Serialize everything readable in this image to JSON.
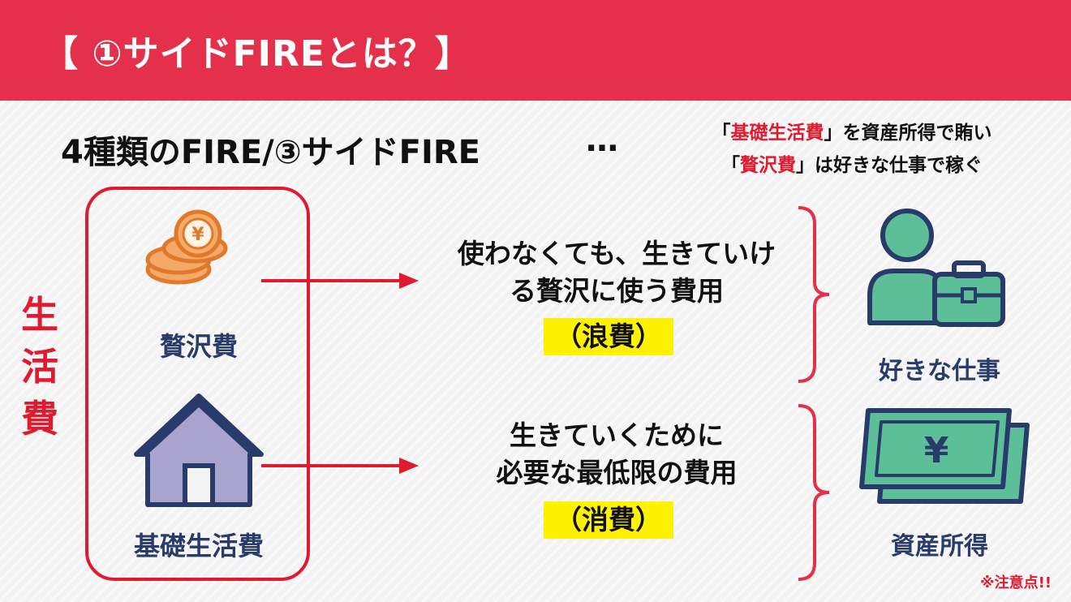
{
  "header": {
    "title": "【 ①サイドFIREとは？】",
    "color": "#e4304a"
  },
  "subtitle": "4種類のFIRE/③サイドFIRE",
  "ellipsis": "…",
  "description": {
    "line1": {
      "open": "「",
      "highlight": "基礎生活費",
      "rest": "」を資産所得で賄い"
    },
    "line2": {
      "open": "「",
      "highlight": "贅沢費",
      "rest": "」は好きな仕事で稼ぐ"
    }
  },
  "side_label": [
    "生",
    "活",
    "費"
  ],
  "left_items": {
    "luxury": {
      "label": "贅沢費",
      "icon": "yen-coins-icon"
    },
    "basic": {
      "label": "基礎生活費",
      "icon": "house-icon"
    }
  },
  "center": {
    "luxury": {
      "line1": "使わなくても、生きていけ",
      "line2": "る贅沢に使う費用",
      "tag": "（浪費）"
    },
    "basic": {
      "line1": "生きていくために",
      "line2": "必要な最低限の費用",
      "tag": "（消費）"
    }
  },
  "right_items": {
    "job": {
      "label": "好きな仕事",
      "icon": "businessperson-briefcase-icon"
    },
    "asset": {
      "label": "資産所得",
      "icon": "yen-banknotes-icon"
    }
  },
  "note": "※注意点!!",
  "colors": {
    "accent_red": "#e01b2f",
    "navy": "#283b6a",
    "green": "#5cbf98",
    "orange": "#f08a3a",
    "purple": "#a9a3cf",
    "yellow": "#fff200"
  }
}
